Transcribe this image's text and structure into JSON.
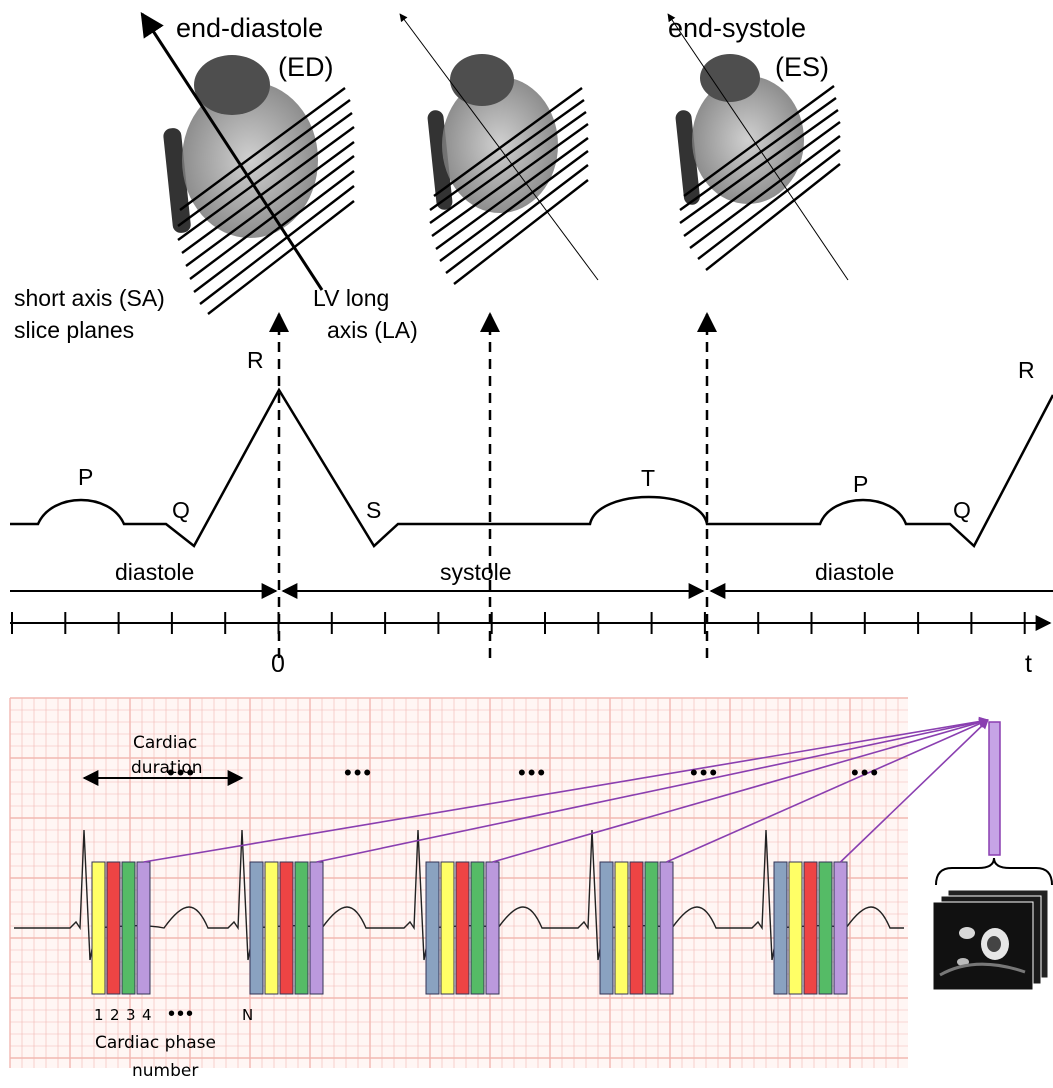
{
  "top": {
    "heart_ed": {
      "title_line1": "end-diastole",
      "title_line2": "(ED)"
    },
    "heart_es": {
      "title_line1": "end-systole",
      "title_line2": "(ES)"
    },
    "sa_label": {
      "line1": "short axis (SA)",
      "line2": "slice planes"
    },
    "la_label": {
      "line1": "LV long",
      "line2": "axis (LA)"
    }
  },
  "ecg": {
    "wave_labels": {
      "p1": "P",
      "q1": "Q",
      "r1": "R",
      "s1": "S",
      "t1": "T",
      "p2": "P",
      "q2": "Q",
      "r2": "R"
    },
    "phase_labels": {
      "diastole_left": "diastole",
      "systole": "systole",
      "diastole_right": "diastole"
    },
    "axis": {
      "origin_label": "0",
      "time_label": "t"
    }
  },
  "bottom": {
    "duration_label": {
      "line1": "Cardiac",
      "line2": "duration"
    },
    "phase_numbers": [
      "1",
      "2",
      "3",
      "4"
    ],
    "phase_n": "N",
    "ellipsis": "•••",
    "phase_caption": {
      "line1": "Cardiac phase",
      "line2": "number"
    },
    "phase_colors": [
      "#ffff66",
      "#ee4444",
      "#55bb66",
      "#bb99dd"
    ],
    "blue_color": "#8aa2c0",
    "arrow_color": "#8a3fb0",
    "grid_color": "#f2b8b2"
  }
}
